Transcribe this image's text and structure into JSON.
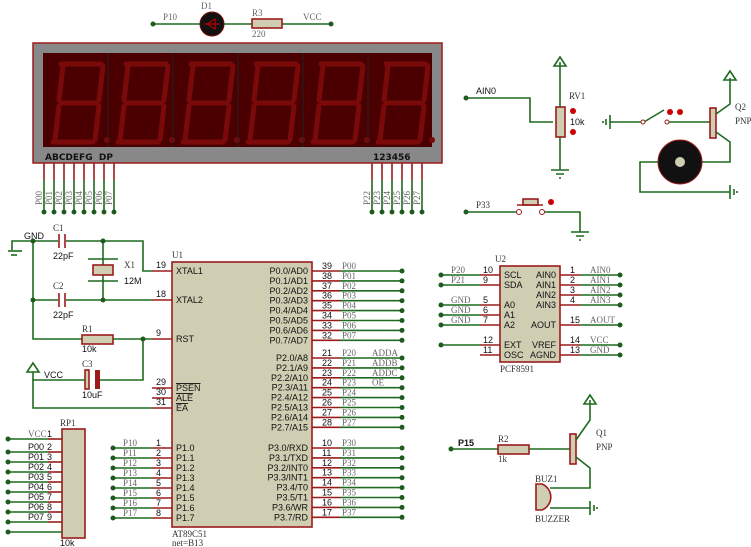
{
  "led": {
    "ref": "D1",
    "net_left": "P10",
    "net_right": "VCC"
  },
  "r3": {
    "ref": "R3",
    "value": "220"
  },
  "display": {
    "segments_label": "ABCDEFG  DP",
    "digits_label": "123456",
    "digit_count": 6,
    "seg_pins": [
      "P00",
      "P01",
      "P02",
      "P03",
      "P04",
      "P05",
      "P06",
      "P07"
    ],
    "digit_pins": [
      "P22",
      "P23",
      "P24",
      "P25",
      "P26",
      "P27"
    ]
  },
  "osc": {
    "gnd": "GND",
    "c1": {
      "ref": "C1",
      "value": "22pF"
    },
    "c2": {
      "ref": "C2",
      "value": "22pF"
    },
    "x1": {
      "ref": "X1",
      "value": "12M"
    },
    "r1": {
      "ref": "R1",
      "value": "10k"
    },
    "c3": {
      "ref": "C3",
      "value": "10uF"
    },
    "vcc": "VCC"
  },
  "u1": {
    "ref": "U1",
    "part": "AT89C51",
    "net": "net=B13",
    "left_pins": [
      {
        "num": "19",
        "name": "XTAL1"
      },
      {
        "num": "18",
        "name": "XTAL2"
      },
      {
        "num": "9",
        "name": "RST"
      },
      {
        "num": "29",
        "name": "PSEN"
      },
      {
        "num": "30",
        "name": "ALE"
      },
      {
        "num": "31",
        "name": "EA"
      }
    ],
    "p1_pins": [
      {
        "num": "1",
        "name": "P1.0",
        "net": "P10"
      },
      {
        "num": "2",
        "name": "P1.1",
        "net": "P11"
      },
      {
        "num": "3",
        "name": "P1.2",
        "net": "P12"
      },
      {
        "num": "4",
        "name": "P1.3",
        "net": "P13"
      },
      {
        "num": "5",
        "name": "P1.4",
        "net": "P14"
      },
      {
        "num": "6",
        "name": "P1.5",
        "net": "P15"
      },
      {
        "num": "7",
        "name": "P1.6",
        "net": "P16"
      },
      {
        "num": "8",
        "name": "P1.7",
        "net": "P17"
      }
    ],
    "p0_pins": [
      {
        "num": "39",
        "name": "P0.0/AD0",
        "net": "P00"
      },
      {
        "num": "38",
        "name": "P0.1/AD1",
        "net": "P01"
      },
      {
        "num": "37",
        "name": "P0.2/AD2",
        "net": "P02"
      },
      {
        "num": "36",
        "name": "P0.3/AD3",
        "net": "P03"
      },
      {
        "num": "35",
        "name": "P0.4/AD4",
        "net": "P04"
      },
      {
        "num": "34",
        "name": "P0.5/AD5",
        "net": "P05"
      },
      {
        "num": "33",
        "name": "P0.6/AD6",
        "net": "P06"
      },
      {
        "num": "32",
        "name": "P0.7/AD7",
        "net": "P07"
      }
    ],
    "p2_pins": [
      {
        "num": "21",
        "name": "P2.0/A8",
        "net": "P20",
        "alias": "ADDA"
      },
      {
        "num": "22",
        "name": "P2.1/A9",
        "net": "P21",
        "alias": "ADDB"
      },
      {
        "num": "23",
        "name": "P2.2/A10",
        "net": "P22",
        "alias": "ADDC"
      },
      {
        "num": "24",
        "name": "P2.3/A11",
        "net": "P23",
        "alias": "OE"
      },
      {
        "num": "25",
        "name": "P2.4/A12",
        "net": "P24",
        "alias": ""
      },
      {
        "num": "26",
        "name": "P2.5/A13",
        "net": "P25",
        "alias": ""
      },
      {
        "num": "27",
        "name": "P2.6/A14",
        "net": "P26",
        "alias": ""
      },
      {
        "num": "28",
        "name": "P2.7/A15",
        "net": "P27",
        "alias": ""
      }
    ],
    "p3_pins": [
      {
        "num": "10",
        "name": "P3.0/RXD",
        "net": "P30"
      },
      {
        "num": "11",
        "name": "P3.1/TXD",
        "net": "P31"
      },
      {
        "num": "12",
        "name": "P3.2/INT0",
        "net": "P32"
      },
      {
        "num": "13",
        "name": "P3.3/INT1",
        "net": "P33"
      },
      {
        "num": "14",
        "name": "P3.4/T0",
        "net": "P34"
      },
      {
        "num": "15",
        "name": "P3.5/T1",
        "net": "P35"
      },
      {
        "num": "16",
        "name": "P3.6/WR",
        "net": "P36"
      },
      {
        "num": "17",
        "name": "P3.7/RD",
        "net": "P37"
      }
    ]
  },
  "rp1": {
    "ref": "RP1",
    "value": "10k",
    "pins": [
      {
        "net": "VCC",
        "num": "1"
      },
      {
        "net": "P00",
        "num": "2"
      },
      {
        "net": "P01",
        "num": "3"
      },
      {
        "net": "P02",
        "num": "4"
      },
      {
        "net": "P03",
        "num": "5"
      },
      {
        "net": "P04",
        "num": "6"
      },
      {
        "net": "P05",
        "num": "7"
      },
      {
        "net": "P06",
        "num": "8"
      },
      {
        "net": "P07",
        "num": "9"
      }
    ]
  },
  "rv1": {
    "ref": "RV1",
    "value": "10k",
    "net": "AIN0"
  },
  "q2": {
    "ref": "Q2",
    "type": "PNP"
  },
  "button": {
    "net": "P33"
  },
  "u2": {
    "ref": "U2",
    "part": "PCF8591",
    "left_pins": [
      {
        "num": "10",
        "name": "SCL",
        "net": "P20"
      },
      {
        "num": "9",
        "name": "SDA",
        "net": "P21"
      },
      {
        "num": "5",
        "name": "A0",
        "net": "GND"
      },
      {
        "num": "6",
        "name": "A1",
        "net": "GND"
      },
      {
        "num": "7",
        "name": "A2",
        "net": "GND"
      },
      {
        "num": "12",
        "name": "EXT",
        "net": ""
      },
      {
        "num": "11",
        "name": "OSC",
        "net": ""
      }
    ],
    "right_pins": [
      {
        "num": "1",
        "name": "AIN0",
        "net": "AIN0"
      },
      {
        "num": "2",
        "name": "AIN1",
        "net": "AIN1"
      },
      {
        "num": "3",
        "name": "AIN2",
        "net": "AIN2"
      },
      {
        "num": "4",
        "name": "AIN3",
        "net": "AIN3"
      },
      {
        "num": "15",
        "name": "AOUT",
        "net": "AOUT"
      },
      {
        "num": "14",
        "name": "VREF",
        "net": "VCC"
      },
      {
        "num": "13",
        "name": "AGND",
        "net": "GND"
      }
    ]
  },
  "buzzer": {
    "r2": {
      "ref": "R2",
      "value": "1k"
    },
    "net": "P15",
    "q1": {
      "ref": "Q1",
      "type": "PNP"
    },
    "ref": "BUZ1",
    "part": "BUZZER"
  },
  "colors": {
    "wire": "#1f6a1f",
    "pin": "#9b1b1b",
    "chip": "#cfcdb2",
    "display_bg": "#888888",
    "digit_bg": "#4a0000",
    "segment": "#7a0a0a"
  }
}
